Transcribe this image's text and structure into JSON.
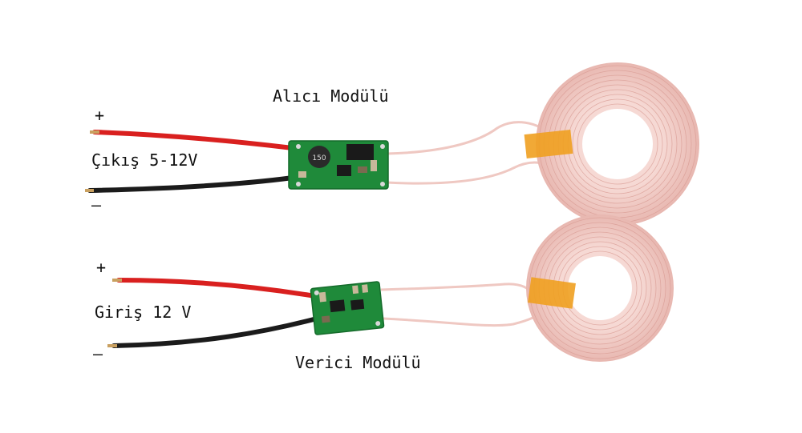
{
  "labels": {
    "receiver_title": "Alıcı Modülü",
    "transmitter_title": "Verici Modülü",
    "output_label": "Çıkış 5-12V",
    "input_label": "Giriş 12 V",
    "plus": "+",
    "minus": "–"
  },
  "board_markings": {
    "inductor": "150"
  },
  "colors": {
    "background": "#ffffff",
    "wire_red": "#d9201f",
    "wire_black": "#1b1b1b",
    "pcb_green": "#1f8a3a",
    "coil_copper": "#f1c9c4",
    "coil_tape": "#f0a020"
  }
}
